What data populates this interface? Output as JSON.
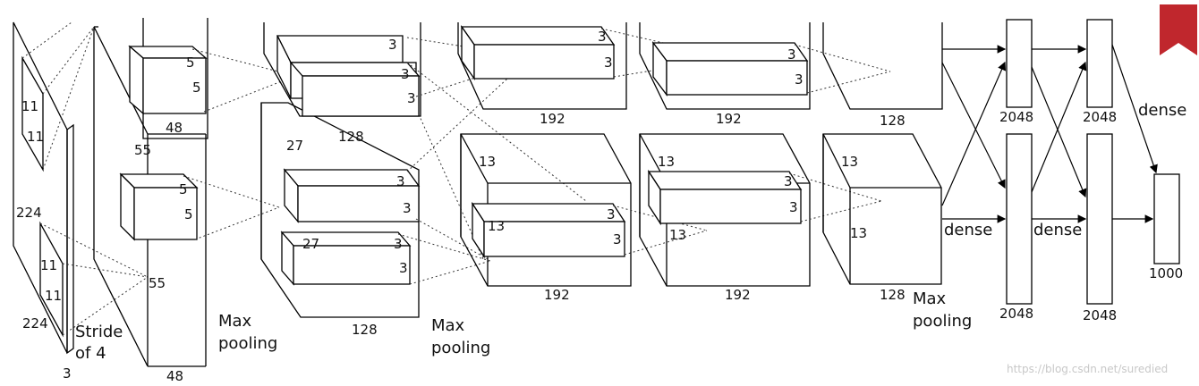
{
  "input": {
    "dim_224_side": "224",
    "dim_224_bottom": "224",
    "channels": "3",
    "kernel_a": "11",
    "kernel_b": "11",
    "kernel_c": "11",
    "kernel_d": "11",
    "stride_line1": "Stride",
    "stride_line2": "of 4"
  },
  "conv1": {
    "size_top": "55",
    "size_bottom": "55",
    "kernel_top_a": "5",
    "kernel_top_b": "5",
    "kernel_bot_a": "5",
    "kernel_bot_b": "5",
    "depth_top": "48",
    "depth_bottom": "48",
    "pool_line1": "Max",
    "pool_line2": "pooling"
  },
  "conv2": {
    "size": "27",
    "size_inner": "27",
    "k1": "3",
    "k2": "3",
    "k3": "3",
    "k4": "3",
    "k5": "3",
    "k6": "3",
    "k7": "3",
    "depth_top": "128",
    "depth_bottom": "128",
    "pool_line1": "Max",
    "pool_line2": "pooling"
  },
  "conv3": {
    "size_a": "13",
    "size_b": "13",
    "k1": "3",
    "k2": "3",
    "k3": "3",
    "k4": "3",
    "depth_top": "192",
    "depth_bottom": "192"
  },
  "conv4": {
    "size_a": "13",
    "size_b": "13",
    "k1": "3",
    "k2": "3",
    "k3": "3",
    "k4": "3",
    "depth_top": "192",
    "depth_bottom": "192"
  },
  "conv5": {
    "size_a": "13",
    "size_b": "13",
    "depth_top": "128",
    "depth_bottom": "128",
    "pool_line1": "Max",
    "pool_line2": "pooling"
  },
  "dense": {
    "fc1_top": "2048",
    "fc1_bottom": "2048",
    "fc2_top": "2048",
    "fc2_bottom": "2048",
    "output": "1000",
    "label_a": "dense",
    "label_b": "dense",
    "label_c": "dense"
  },
  "watermark": "https://blog.csdn.net/suredied",
  "colors": {
    "bookmark": "#c0272d",
    "stroke": "#000000"
  },
  "icons": {
    "bookmark": "bookmark-icon"
  }
}
